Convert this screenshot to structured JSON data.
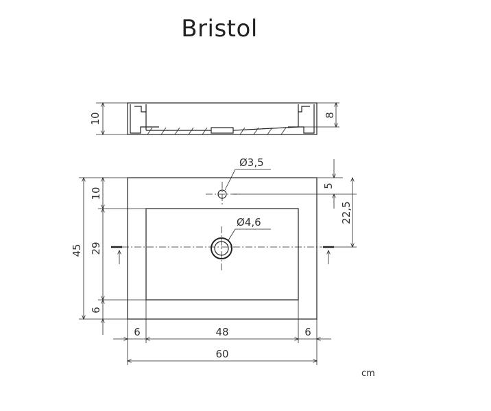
{
  "title": "Bristol",
  "unit": "cm",
  "side_view": {
    "height_left": "10",
    "height_right": "8"
  },
  "top_view": {
    "tap_hole_diameter": "Ø3,5",
    "drain_diameter": "Ø4,6",
    "left_dims": {
      "overall": "45",
      "top_rim": "10",
      "basin": "29",
      "bottom_rim": "6"
    },
    "right_dims": {
      "tap_offset": "5",
      "drain_offset": "22,5"
    },
    "bottom_dims": {
      "left_rim": "6",
      "basin": "48",
      "right_rim": "6",
      "overall": "60"
    }
  }
}
